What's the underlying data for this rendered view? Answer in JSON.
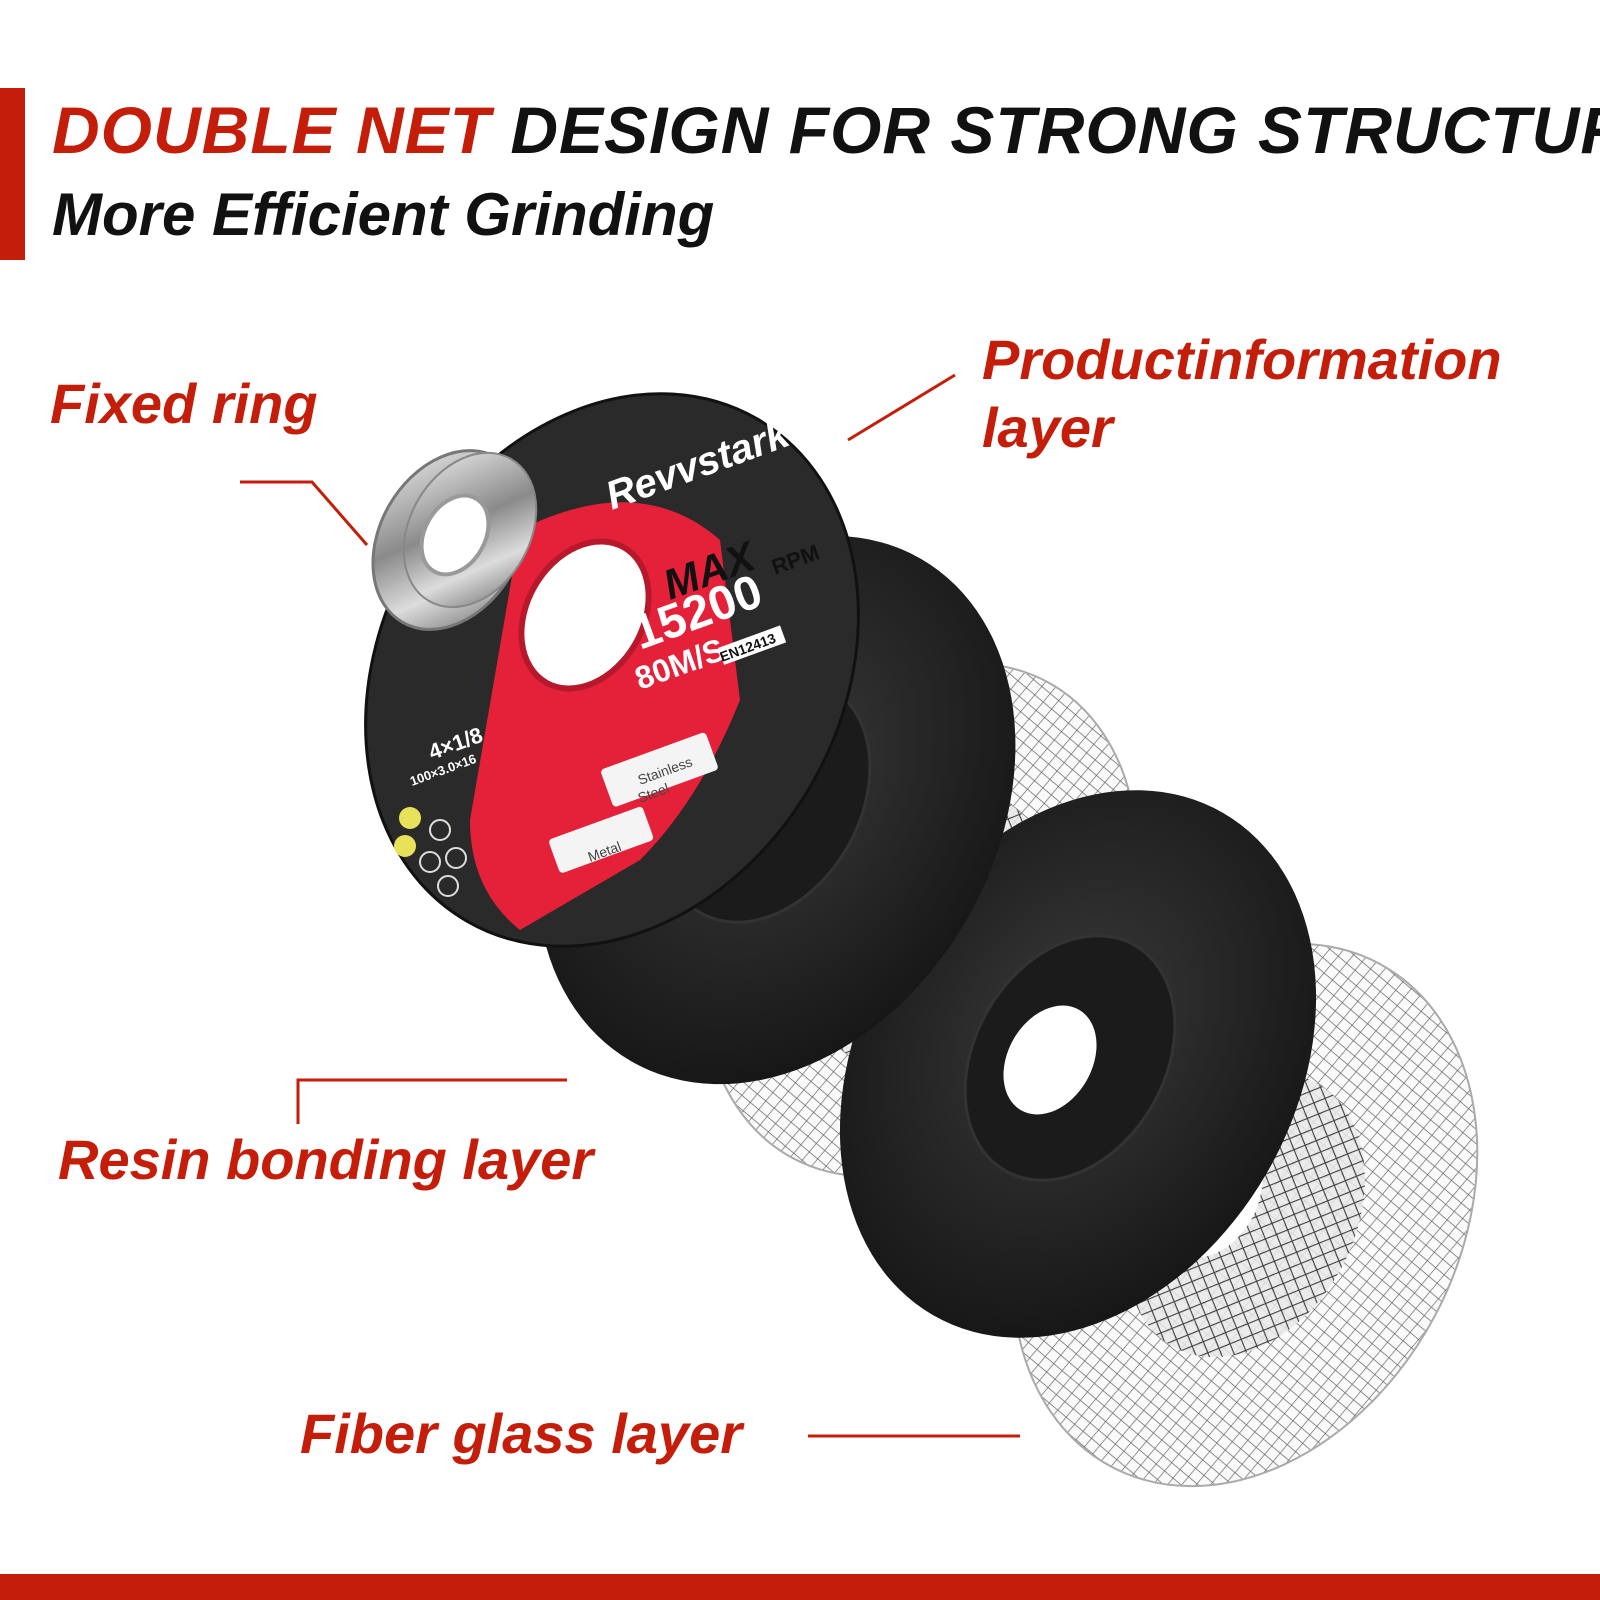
{
  "header": {
    "highlight": "DOUBLE NET",
    "title_rest": " DESIGN FOR STRONG STRUCTURE",
    "subtitle": "More Efficient Grinding"
  },
  "callouts": {
    "fixed_ring": "Fixed ring",
    "product_info_line1": "Productinformation",
    "product_info_line2": "layer",
    "resin": "Resin bonding layer",
    "fiber": "Fiber glass layer"
  },
  "disc_label": {
    "brand": "Revvstark",
    "max": "MAX",
    "rpm": "RPM",
    "speed": "15200",
    "ms": "80M/S",
    "standard": "EN12413",
    "size_in": "4×1/8",
    "size_mm": "100×3.0×16",
    "material_1a": "Stainless",
    "material_1b": "Steel",
    "material_2": "Metal"
  },
  "colors": {
    "accent": "#c41e0a",
    "disc_red": "#e5213a",
    "disc_black": "#2a2a2a"
  }
}
